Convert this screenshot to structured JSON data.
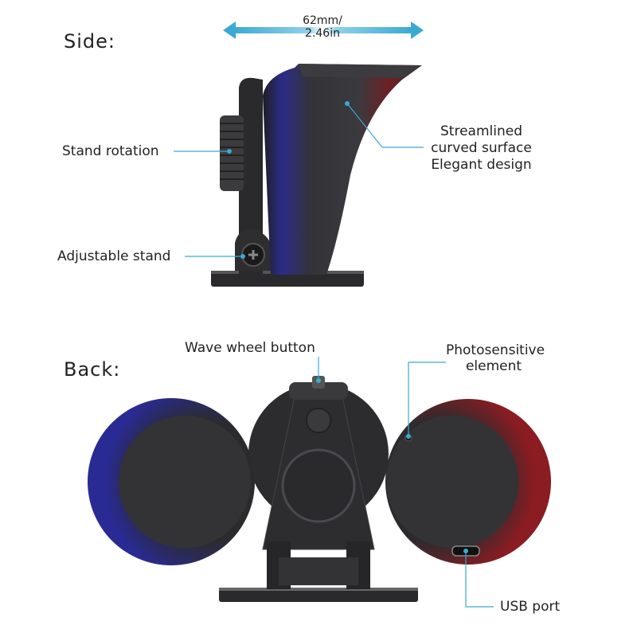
{
  "side": {
    "heading": "Side:",
    "dimension": {
      "line1": "62mm/",
      "line2": "2.46in"
    },
    "labels": {
      "stand_rotation": "Stand rotation",
      "adjustable_stand": "Adjustable stand",
      "surface_line1": "Streamlined",
      "surface_line2": "curved surface",
      "surface_line3": "Elegant design"
    }
  },
  "back": {
    "heading": "Back:",
    "labels": {
      "wave_wheel": "Wave wheel button",
      "photo_line1": "Photosensitive",
      "photo_line2": "element",
      "usb": "USB port"
    }
  },
  "colors": {
    "callout": "#3aa9d3",
    "accent_blue": "#2a2a8c",
    "accent_red": "#7a1a1e",
    "body": "#2b2b2d"
  }
}
